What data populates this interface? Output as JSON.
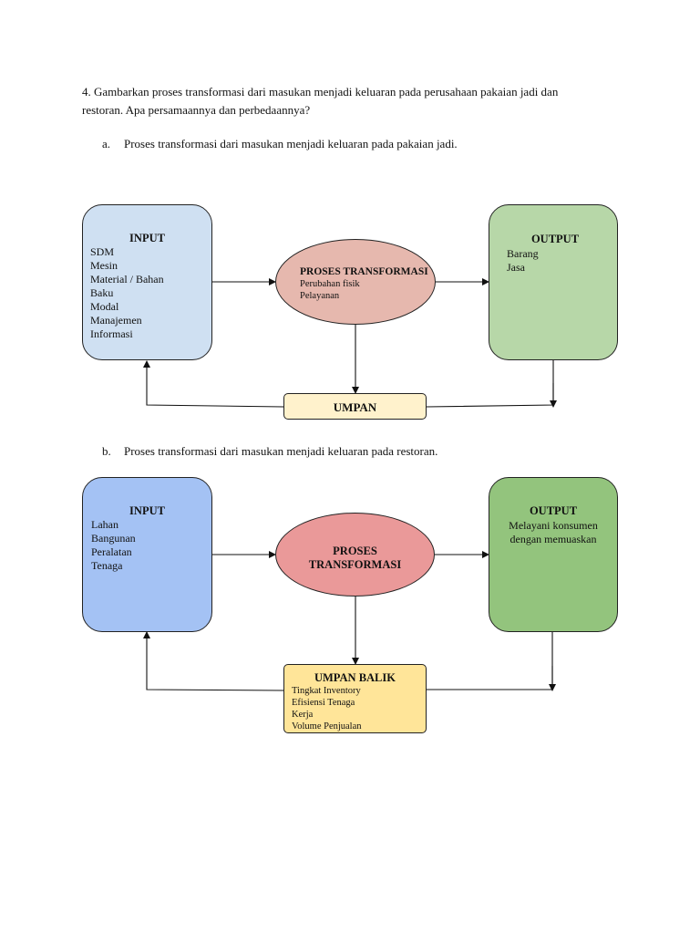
{
  "question": {
    "line1": "4. Gambarkan proses transformasi dari masukan menjadi keluaran pada perusahaan pakaian jadi dan",
    "line2": "restoran. Apa persamaannya dan perbedaannya?"
  },
  "part_a": {
    "marker": "a.",
    "caption": "Proses transformasi dari masukan menjadi keluaran pada pakaian jadi.",
    "input": {
      "title": "INPUT",
      "items": [
        "SDM",
        "Mesin",
        "Material / Bahan",
        "Baku",
        "Modal",
        "Manajemen",
        "Informasi"
      ]
    },
    "process": {
      "title": "PROSES TRANSFORMASI",
      "items": [
        "Perubahan fisik",
        "Pelayanan"
      ]
    },
    "output": {
      "title": "OUTPUT",
      "items": [
        "Barang",
        "Jasa"
      ]
    },
    "feedback": {
      "title": "UMPAN"
    }
  },
  "part_b": {
    "marker": "b.",
    "caption": "Proses transformasi dari masukan menjadi keluaran pada restoran.",
    "input": {
      "title": "INPUT",
      "items": [
        "Lahan",
        "Bangunan",
        "Peralatan",
        "Tenaga"
      ]
    },
    "process": {
      "title_line1": "PROSES",
      "title_line2": "TRANSFORMASI"
    },
    "output": {
      "title": "OUTPUT",
      "items": [
        "Melayani konsumen",
        "dengan memuaskan"
      ]
    },
    "feedback": {
      "title": "UMPAN BALIK",
      "items": [
        "Tingkat Inventory",
        "Efisiensi Tenaga",
        "Kerja",
        "Volume Penjualan"
      ]
    }
  },
  "colors": {
    "a_input": "#cfe0f2",
    "a_process": "#e6b8ae",
    "a_output": "#b7d7a8",
    "a_feedback": "#fff2cc",
    "b_input": "#a4c2f4",
    "b_process": "#ea9999",
    "b_output": "#93c47d",
    "b_feedback": "#ffe599"
  }
}
